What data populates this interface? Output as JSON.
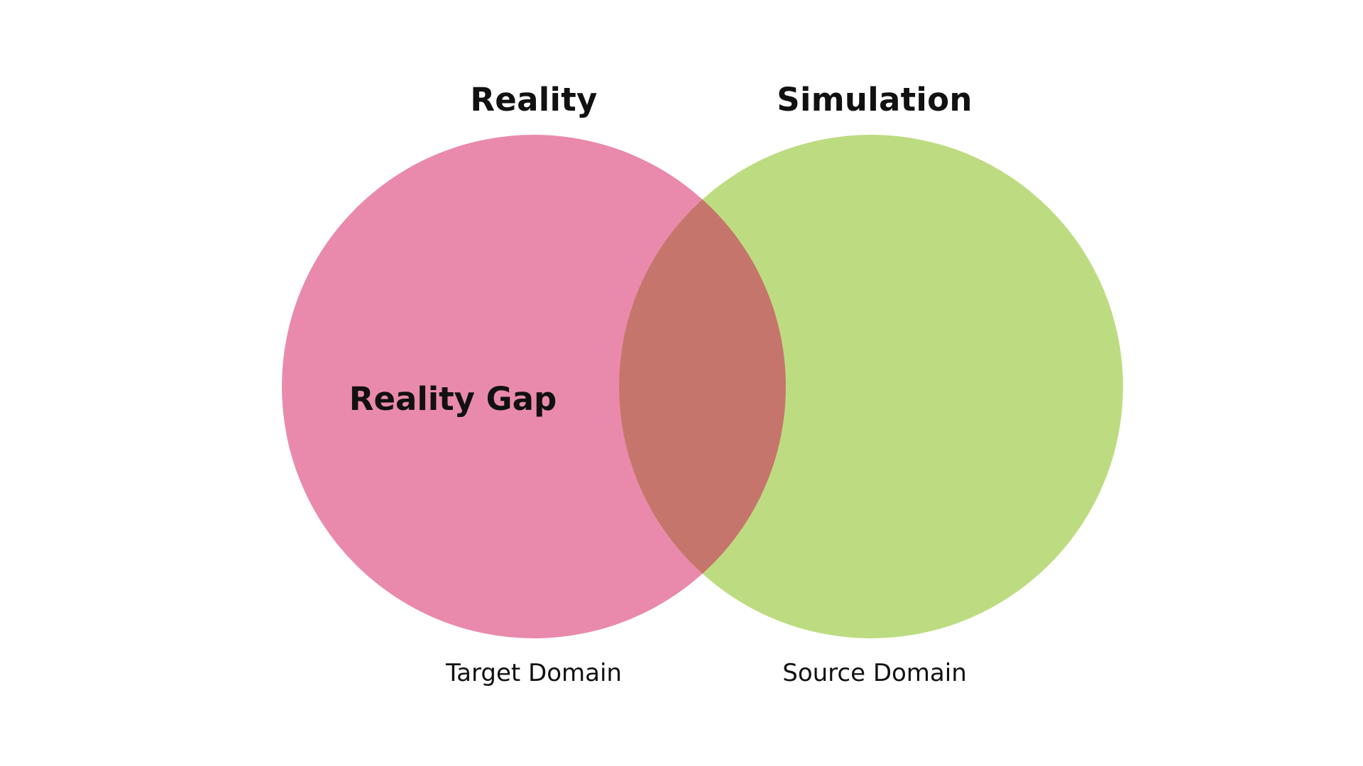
{
  "diagram": {
    "sets": [
      {
        "title": "Reality",
        "caption": "Target Domain",
        "color": "#E98AAC"
      },
      {
        "title": "Simulation",
        "caption": "Source Domain",
        "color": "#BDDC81"
      }
    ],
    "overlap_color": "#C6756C",
    "region_label": "Reality Gap"
  }
}
